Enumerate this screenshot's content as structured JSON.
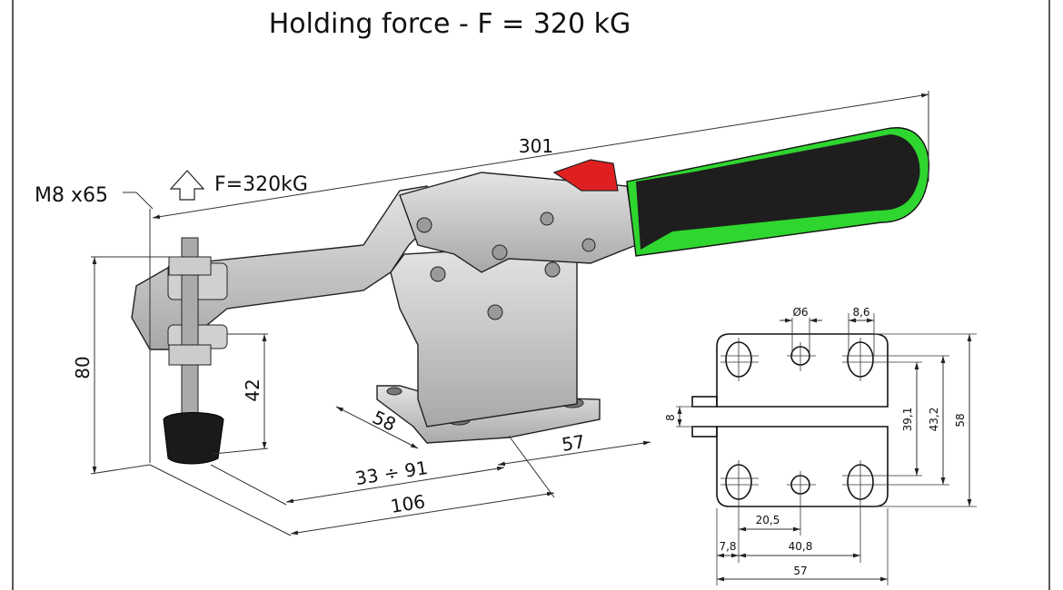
{
  "title": "Holding force - F = 320 kG",
  "iso_view": {
    "spindle_label": "M8 x65",
    "force_label": "F=320kG",
    "dim_overall_length": "301",
    "dim_height": "80",
    "dim_spindle_height": "42",
    "dim_base_width": "58",
    "dim_base_length": "57",
    "dim_reach_range": "33 ÷ 91",
    "dim_reach": "106"
  },
  "base_view": {
    "dim_hole_diameter": "Ø6",
    "dim_slot_width": "8,6",
    "dim_slot_gap": "8",
    "dim_hole_spacing_inner": "39,1",
    "dim_hole_spacing_outer": "43,2",
    "dim_base_height": "58",
    "dim_center_offset": "20,5",
    "dim_edge_offset": "7,8",
    "dim_slot_spacing": "40,8",
    "dim_base_width": "57"
  },
  "colors": {
    "handle_green": "#2fd62f",
    "handle_black": "#1e1e1e",
    "lever_red": "#e02020",
    "metal": "#c8c8c8"
  }
}
